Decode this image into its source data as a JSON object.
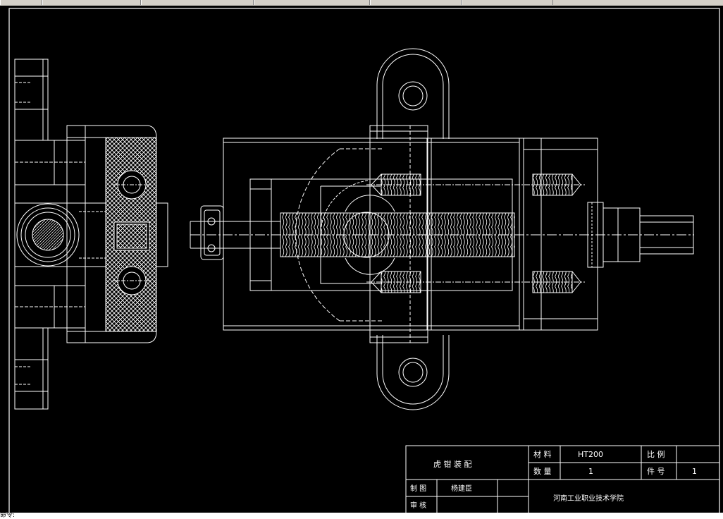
{
  "title_block": {
    "drawing_name": "虎 钳 装 配",
    "material_label": "材 料",
    "material_value": "HT200",
    "scale_label": "比 例",
    "scale_value": "",
    "quantity_label": "数 量",
    "quantity_value": "1",
    "part_no_label": "件 号",
    "part_no_value": "1",
    "drawn_label": "制 图",
    "drawn_by": "杨建臣",
    "review_label": "审 核",
    "school": "河南工业职业技术学院"
  },
  "command_line": {
    "text": "命令:"
  },
  "colors": {
    "background": "#000000",
    "lines": "#ffffff",
    "toolbar": "#d4d0c8"
  }
}
